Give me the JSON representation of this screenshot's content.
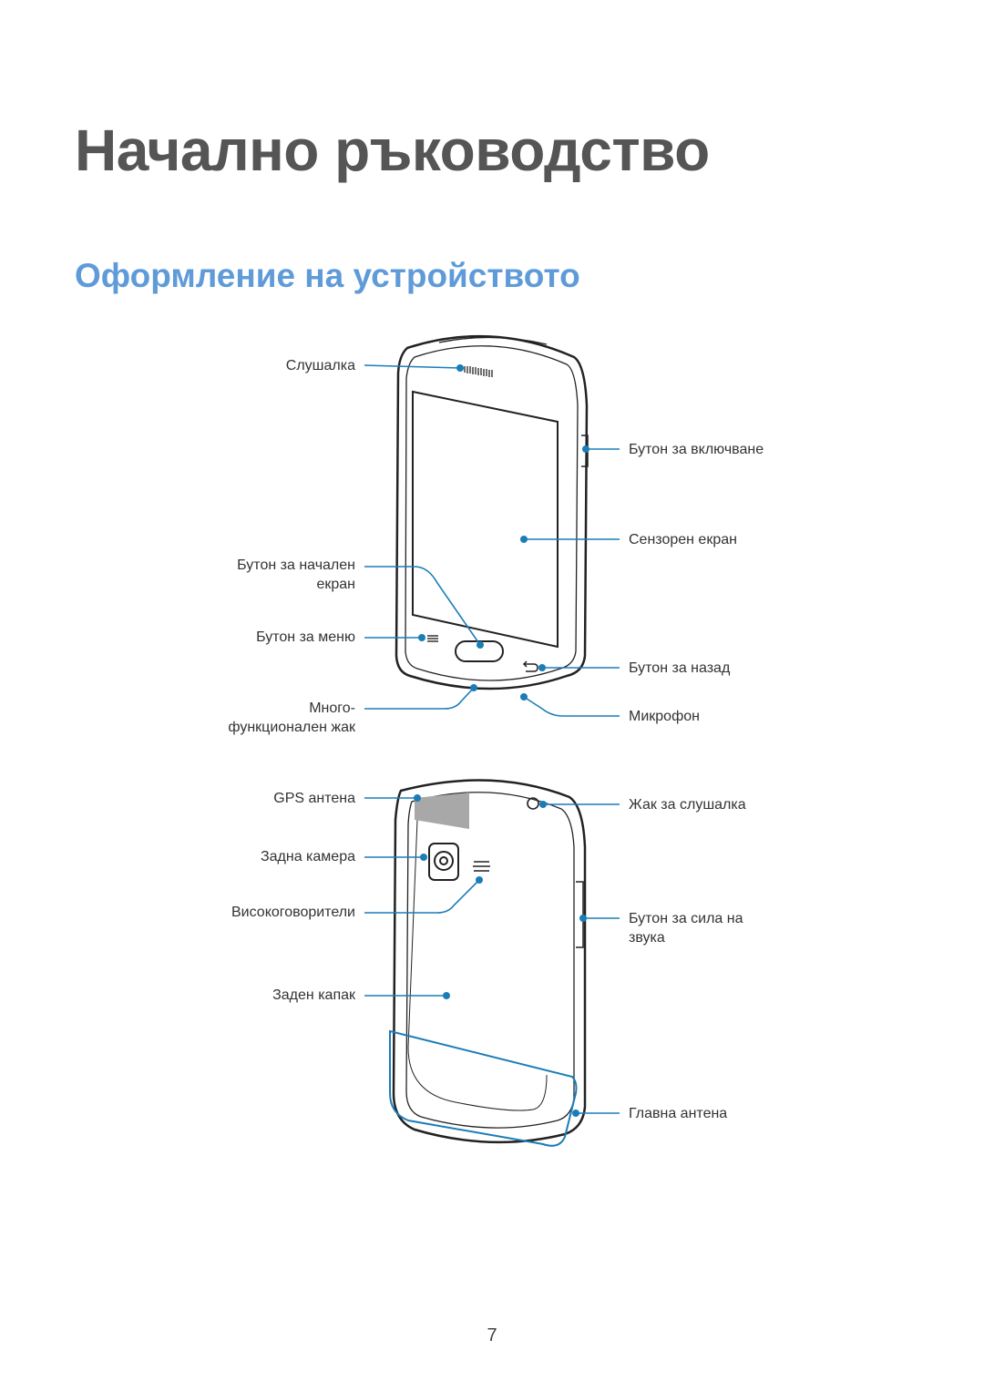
{
  "title": "Начално ръководство",
  "section_title": "Оформление на устройството",
  "labels": {
    "earpiece": "Слушалка",
    "power": "Бутон за включване",
    "touchscreen": "Сензорен екран",
    "home_line1": "Бутон за начален",
    "home_line2": "екран",
    "menu": "Бутон за меню",
    "back": "Бутон за назад",
    "jack_line1": "Много-",
    "jack_line2": "функционален жак",
    "mic": "Микрофон",
    "gps": "GPS антена",
    "headset": "Жак за слушалка",
    "camera": "Задна камера",
    "speaker": "Високоговорители",
    "volume_line1": "Бутон за сила на",
    "volume_line2": "звука",
    "cover": "Заден капак",
    "antenna": "Главна антена"
  },
  "page_number": "7",
  "colors": {
    "title": "#555555",
    "section_title": "#5f9bd8",
    "callout": "#1b7db8",
    "outline": "#222222"
  }
}
